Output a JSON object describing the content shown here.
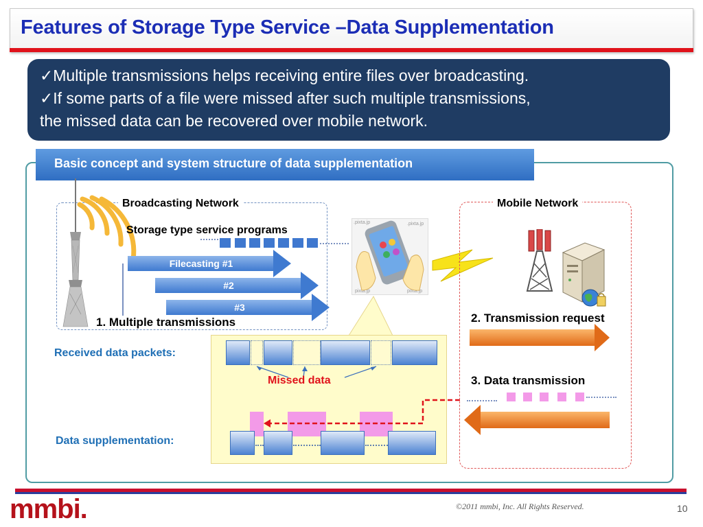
{
  "title": "Features of Storage Type Service –Data Supplementation",
  "bullets": [
    "✓Multiple transmissions helps receiving entire files over broadcasting.",
    "✓If some parts of a file were missed after such multiple transmissions,",
    "the missed data can be recovered over mobile network."
  ],
  "diagram": {
    "heading": "Basic concept and system structure of data supplementation",
    "broadcasting_network": "Broadcasting Network",
    "storage_programs": "Storage type service programs",
    "filecasts": [
      "Filecasting #1",
      "#2",
      "#3"
    ],
    "step1": "1. Multiple transmissions",
    "mobile_network": "Mobile Network",
    "step2": "2. Transmission request",
    "step3": "3. Data transmission",
    "received_label": "Received data packets:",
    "missed_label": "Missed data",
    "supplement_label": "Data supplementation:",
    "phone_watermarks": [
      ".pixta.jp",
      ".pixta.jp",
      "pixta.jp",
      "pixta.jp"
    ],
    "colors": {
      "title": "#1b2db5",
      "accent_blue": "#1f6fb5",
      "missed": "#e0121b",
      "packet_blue": "#4c82d2",
      "pink_packet": "#f39ae8",
      "orange_arrow": "#e8781f"
    }
  },
  "icons": [
    "broadcast-tower-icon",
    "signal-waves-icon",
    "smartphone-icon",
    "lightning-icon",
    "cell-tower-icon",
    "server-icon",
    "globe-icon"
  ],
  "footer": {
    "logo": "mmbi.",
    "copyright": "©2011 mmbi, Inc. All Rights Reserved.",
    "page": "10"
  }
}
